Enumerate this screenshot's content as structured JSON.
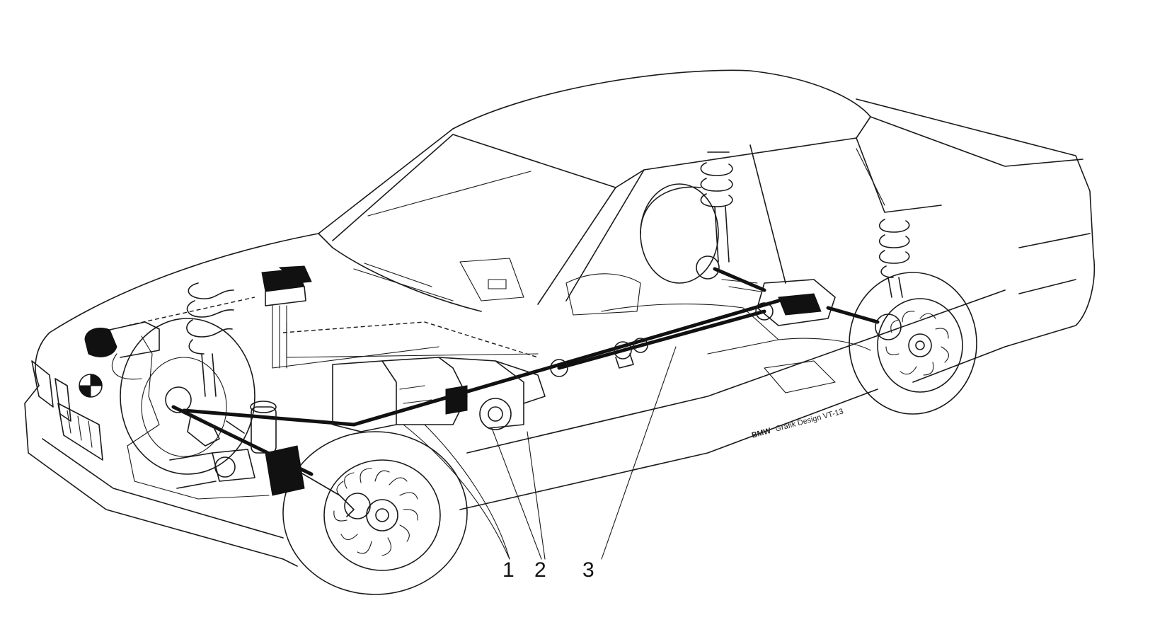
{
  "callouts": [
    {
      "id": "1",
      "label": "1"
    },
    {
      "id": "2",
      "label": "2"
    },
    {
      "id": "3",
      "label": "3"
    }
  ],
  "credit": {
    "brand": "BMW",
    "text": "Grafik Design VT-13"
  },
  "colors": {
    "ink": "#1a1a1a",
    "background": "#ffffff"
  }
}
